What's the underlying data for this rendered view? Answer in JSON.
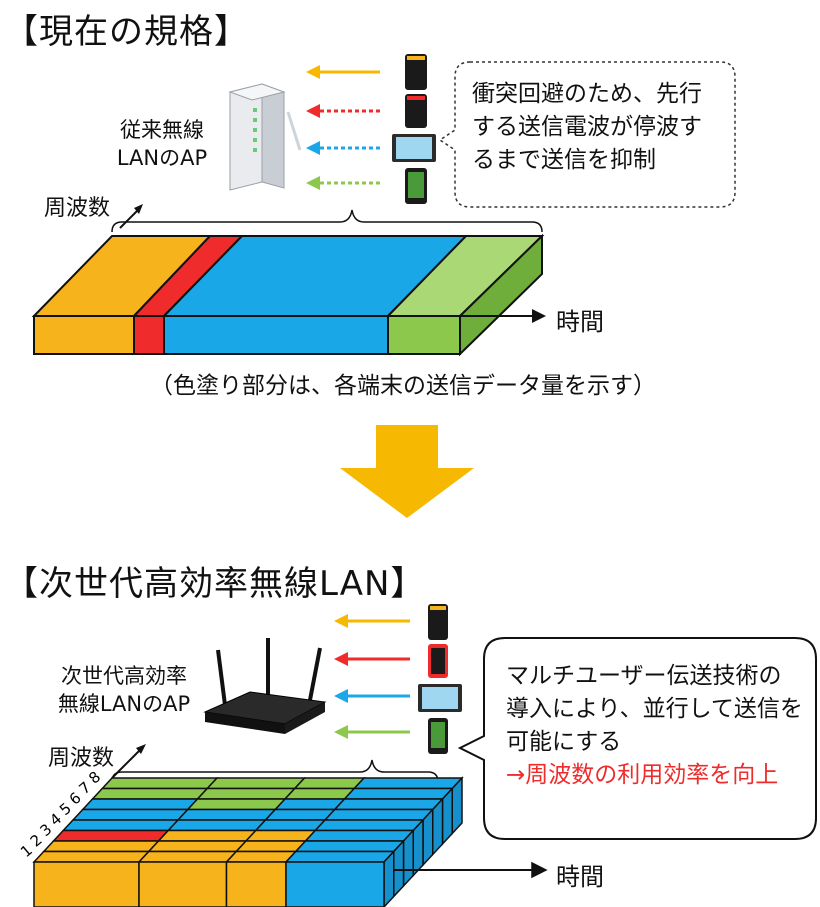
{
  "top": {
    "title": "【現在の規格】",
    "ap_label_1": "従来無線",
    "ap_label_2": "LANのAP",
    "bubble_lines": [
      "衝突回避のため、先行",
      "する送信電波が停波す",
      "るまで送信を抑制"
    ],
    "freq_label": "周波数",
    "time_label": "時間",
    "note": "（色塗り部分は、各端末の送信データ量を示す）"
  },
  "bottom": {
    "title": "【次世代高効率無線LAN】",
    "ap_label_1": "次世代高効率",
    "ap_label_2": "無線LANのAP",
    "bubble_lines": [
      "マルチユーザー伝送技術の",
      "導入により、並行して送信を",
      "可能にする"
    ],
    "bubble_highlight": "→周波数の利用効率を向上",
    "freq_label": "周波数",
    "time_label": "時間",
    "channel_numbers": [
      "1",
      "2",
      "3",
      "4",
      "5",
      "6",
      "7",
      "8"
    ]
  },
  "colors": {
    "yellow": "#f6b31b",
    "red": "#ef2b2b",
    "blue": "#1aa7e8",
    "green": "#8cc84b",
    "arrow": "#f6b800",
    "highlight": "#ef2b2b"
  },
  "icons": [
    "router-icon",
    "phone-icon",
    "tablet-icon",
    "arrow-down-icon"
  ]
}
